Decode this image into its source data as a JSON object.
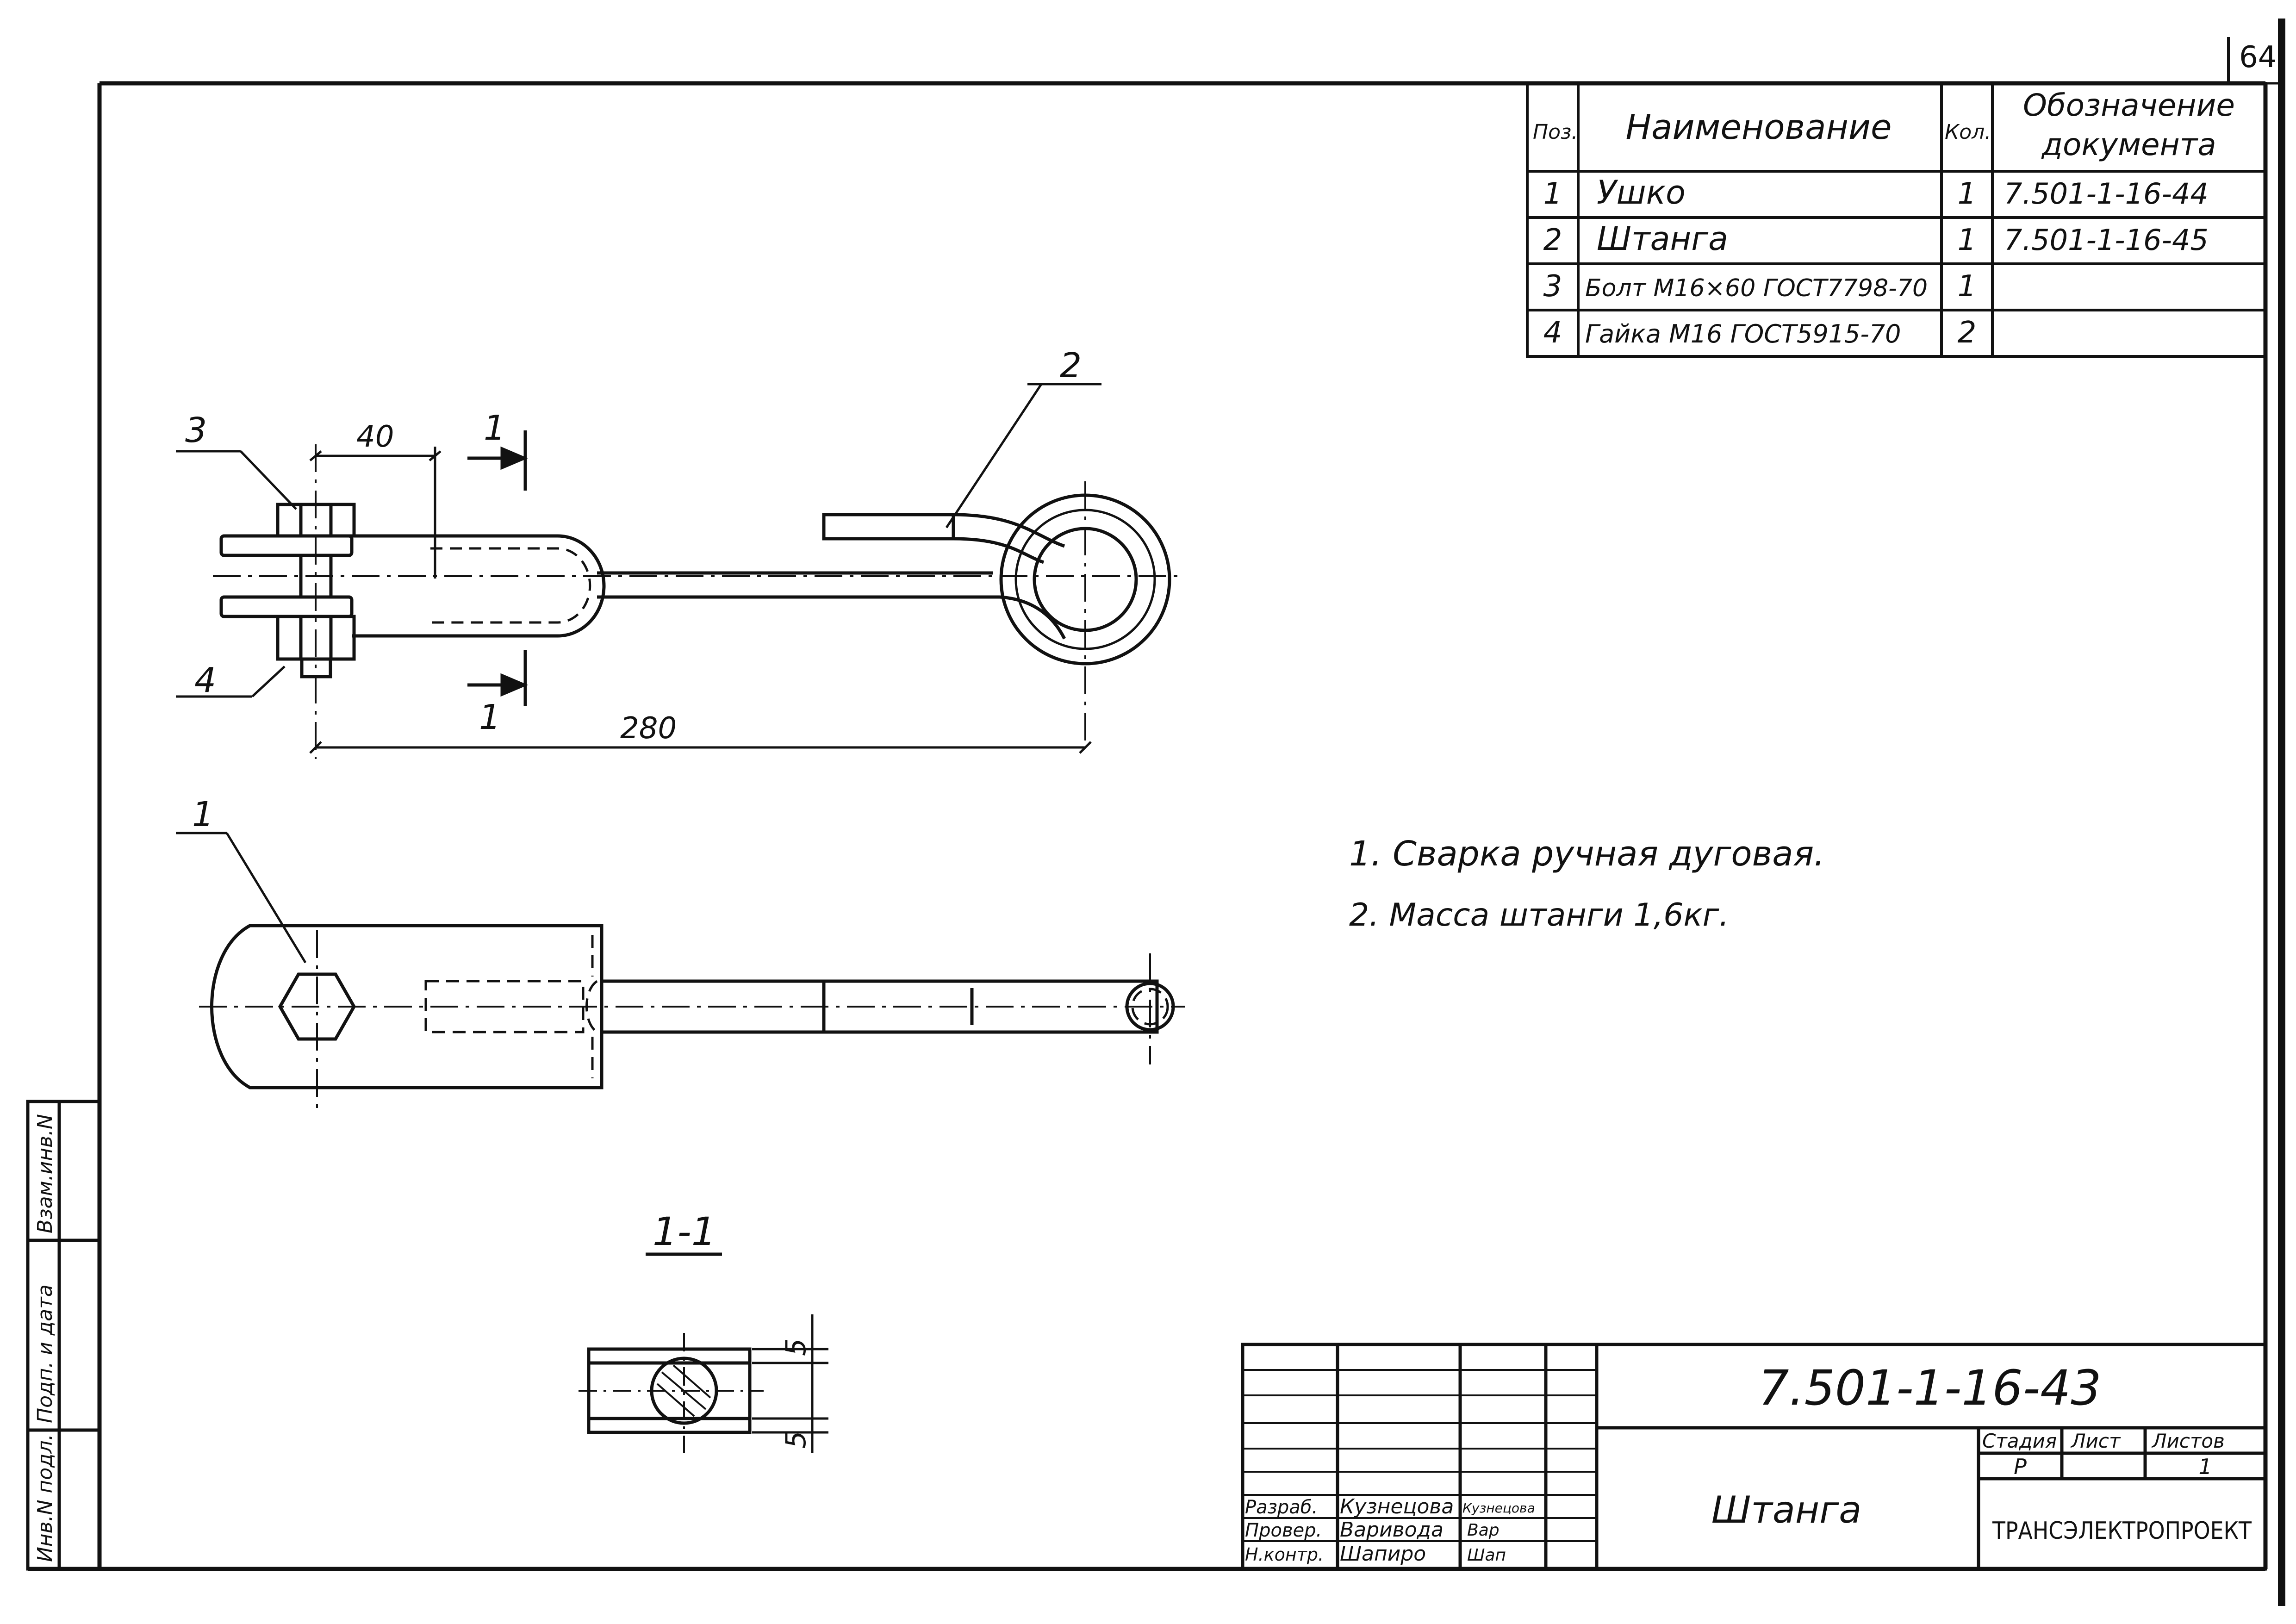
{
  "sheet_number": "64",
  "spec_table": {
    "headers": {
      "pos": "Поз.",
      "name": "Наименование",
      "qty": "Кол.",
      "doc_line1": "Обозначение",
      "doc_line2": "документа"
    },
    "rows": [
      {
        "pos": "1",
        "name": "Ушко",
        "qty": "1",
        "doc": "7.501-1-16-44"
      },
      {
        "pos": "2",
        "name": "Штанга",
        "qty": "1",
        "doc": "7.501-1-16-45"
      },
      {
        "pos": "3",
        "name": "Болт М16×60 ГОСТ7798-70",
        "qty": "1",
        "doc": ""
      },
      {
        "pos": "4",
        "name": "Гайка М16 ГОСТ5915-70",
        "qty": "2",
        "doc": ""
      }
    ]
  },
  "drawing": {
    "leaders": {
      "p1": "1",
      "p2": "2",
      "p3": "3",
      "p4": "4"
    },
    "dims": {
      "d40": "40",
      "d280": "280",
      "d5a": "5",
      "d5b": "5"
    },
    "cut_marks": {
      "top": "1",
      "bottom": "1"
    },
    "section_label": "1-1"
  },
  "notes": [
    "1. Сварка ручная дуговая.",
    "2. Масса штанги 1,6кг."
  ],
  "side_stamp": {
    "vzam": "Взам.инв.N",
    "podp": "Подп. и дата",
    "inv": "Инв.N подл."
  },
  "title_block": {
    "designation": "7.501-1-16-43",
    "title": "Штанга",
    "stage_header": "Стадия",
    "sheet_header": "Лист",
    "sheets_header": "Листов",
    "stage": "Р",
    "sheet": "",
    "sheets": "1",
    "org": "ТРАНСЭЛЕКТРОПРОЕКТ",
    "people": [
      {
        "role": "Разраб.",
        "name": "Кузнецова",
        "sign": "Кузнецова"
      },
      {
        "role": "Провер.",
        "name": "Варивода",
        "sign": "Вар"
      },
      {
        "role": "Н.контр.",
        "name": "Шапиро",
        "sign": "Шап"
      }
    ]
  }
}
